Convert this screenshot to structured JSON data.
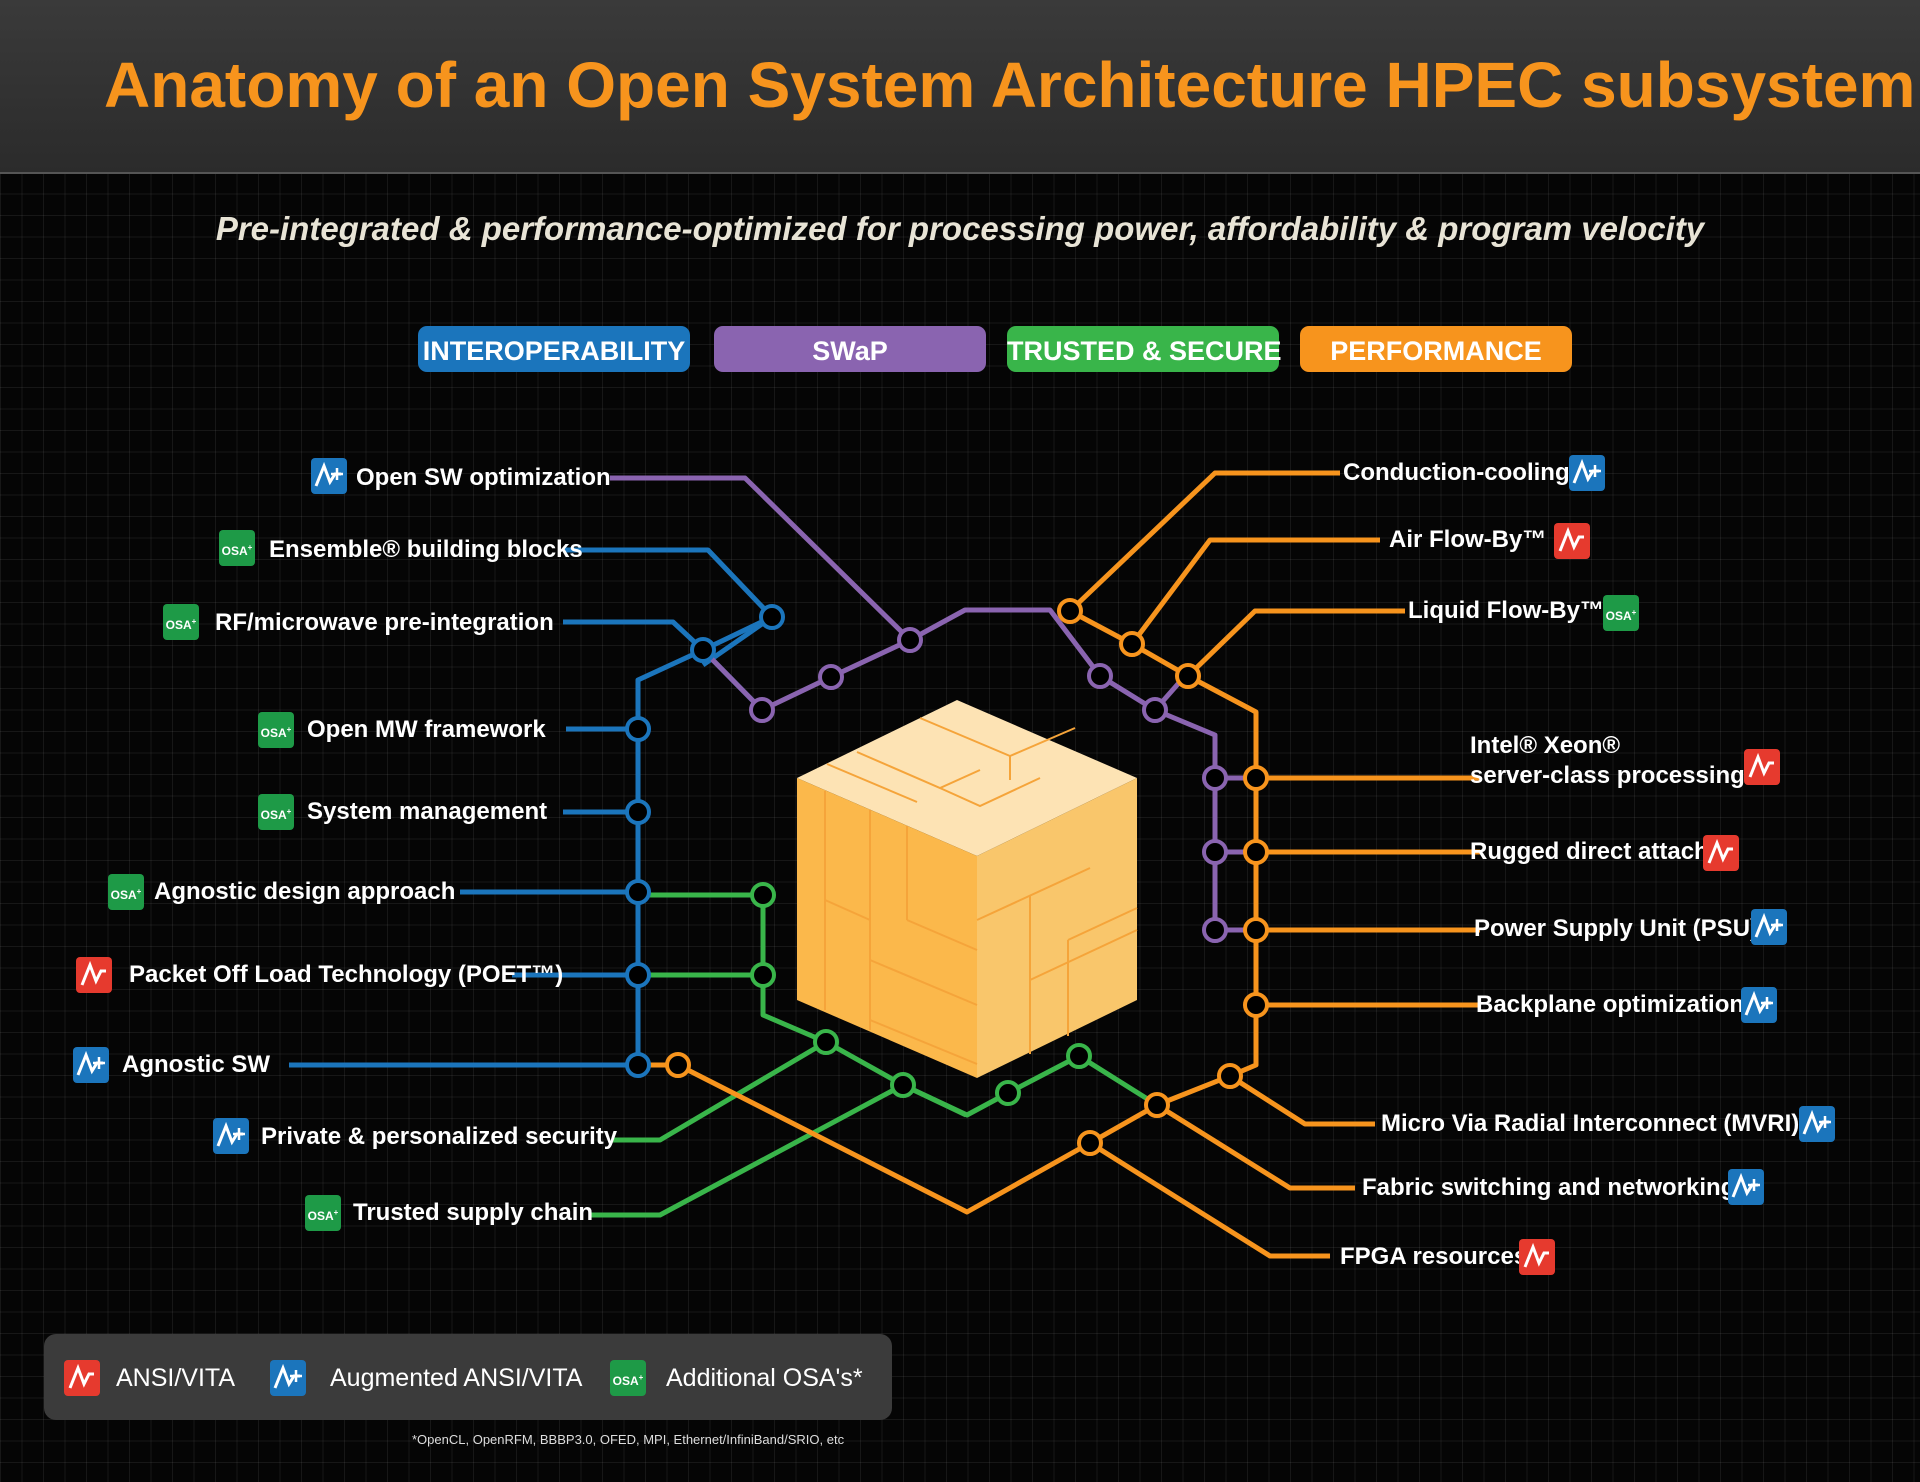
{
  "title": "Anatomy of an Open System Architecture HPEC subsystem",
  "subtitle": "Pre-integrated & performance-optimized for processing power, affordability & program velocity",
  "categories": [
    {
      "label": "INTEROPERABILITY",
      "color": "#1b75bc"
    },
    {
      "label": "SWaP",
      "color": "#8a64b0"
    },
    {
      "label": "TRUSTED & SECURE",
      "color": "#39b54a"
    },
    {
      "label": "PERFORMANCE",
      "color": "#f7941d"
    }
  ],
  "colors": {
    "interoperability": "#1b75bc",
    "swap": "#8a64b0",
    "trusted": "#39b54a",
    "performance": "#f7941d",
    "ansi_vita_badge": "#e63a2e",
    "augmented_badge": "#1b75bc",
    "osa_badge": "#1e9a47"
  },
  "left_items": [
    {
      "label": "Open SW optimization",
      "badge": "augmented"
    },
    {
      "label": "Ensemble® building blocks",
      "badge": "osa"
    },
    {
      "label": "RF/microwave pre-integration",
      "badge": "osa"
    },
    {
      "label": "Open MW framework",
      "badge": "osa"
    },
    {
      "label": "System management",
      "badge": "osa"
    },
    {
      "label": "Agnostic design approach",
      "badge": "osa"
    },
    {
      "label": "Packet Off Load Technology (POET™)",
      "badge": "ansi"
    },
    {
      "label": "Agnostic SW",
      "badge": "augmented"
    },
    {
      "label": "Private & personalized security",
      "badge": "augmented"
    },
    {
      "label": "Trusted supply chain",
      "badge": "osa"
    }
  ],
  "right_items": [
    {
      "label": "Conduction-cooling",
      "badge": "augmented"
    },
    {
      "label": "Air Flow-By™",
      "badge": "ansi"
    },
    {
      "label": "Liquid Flow-By™",
      "badge": "osa"
    },
    {
      "label": "Intel® Xeon®",
      "label2": "server-class processing",
      "badge": "ansi"
    },
    {
      "label": "Rugged direct attach",
      "badge": "ansi"
    },
    {
      "label": "Power Supply Unit (PSU)",
      "badge": "augmented"
    },
    {
      "label": "Backplane optimization",
      "badge": "augmented"
    },
    {
      "label": "Micro Via Radial Interconnect (MVRI)",
      "badge": "augmented"
    },
    {
      "label": "Fabric switching and networking",
      "badge": "augmented"
    },
    {
      "label": "FPGA resources",
      "badge": "ansi"
    }
  ],
  "osa_badge_text": "OSA",
  "osa_badge_sup": "+",
  "legend": [
    {
      "badge": "ansi",
      "label": "ANSI/VITA"
    },
    {
      "badge": "augmented",
      "label": "Augmented ANSI/VITA"
    },
    {
      "badge": "osa",
      "label": "Additional OSA's*"
    }
  ],
  "footnote": "*OpenCL, OpenRFM, BBBP3.0, OFED, MPI, Ethernet/InfiniBand/SRIO, etc",
  "icons": {
    "ansi": "ansi-vita-icon",
    "augmented": "augmented-ansi-vita-icon",
    "osa": "osa-plus-icon",
    "center": "modular-cube-icon"
  }
}
